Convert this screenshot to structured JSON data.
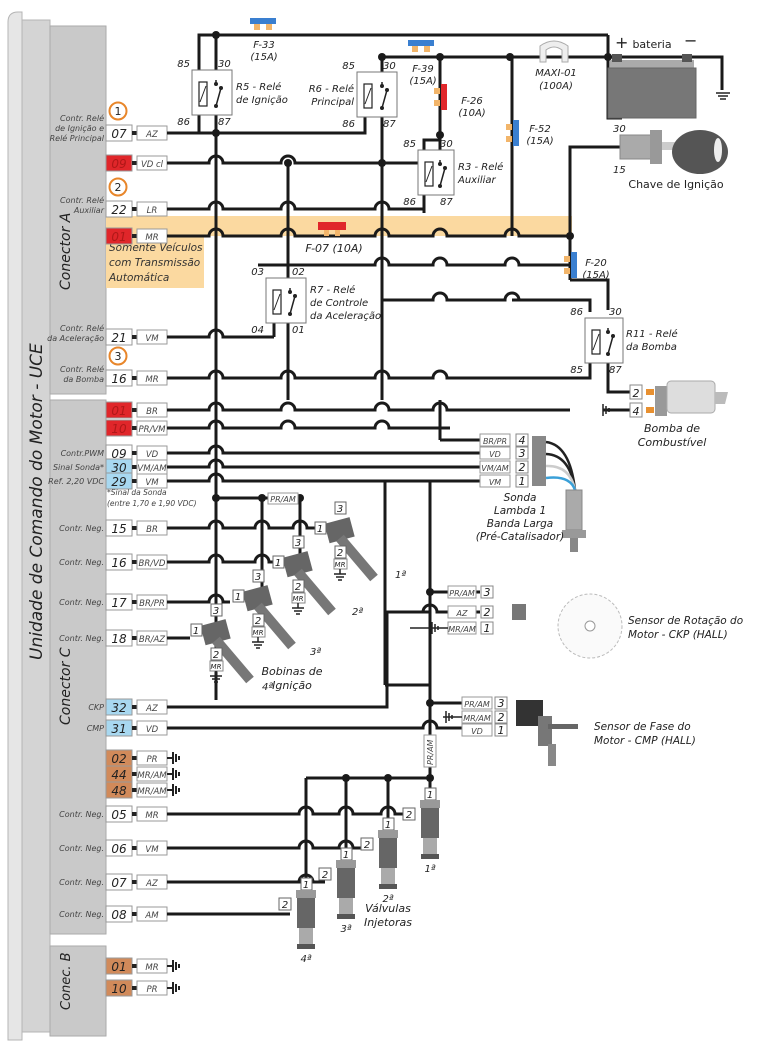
{
  "ecu": {
    "title": "Unidade de Comando do Motor - UCE",
    "connector_a": "Conector A",
    "connector_c": "Conector C",
    "connector_b": "Conec. B"
  },
  "colors": {
    "wire": "#1a1a1a",
    "pin_red": "#e0262a",
    "pin_blue": "#a8d8f0",
    "pin_orange": "#d18a5a",
    "highlight": "#fbd9a0",
    "ecu_panel": "#c9c9c9",
    "fuse_blue": "#3a7fd0",
    "fuse_red": "#e0262a",
    "fuse_terminal": "#f2b56a",
    "callout": "#e8862a"
  },
  "pins_a": [
    {
      "callout": "1",
      "label": "Contr. Relé de Ignição e Relé Principal",
      "pin": "07",
      "wire": "AZ",
      "type": "white"
    },
    {
      "callout": "",
      "label": "",
      "pin": "09",
      "wire": "VD cl",
      "type": "red"
    },
    {
      "callout": "2",
      "label": "Contr. Relé Auxiliar",
      "pin": "22",
      "wire": "LR",
      "type": "white"
    },
    {
      "callout": "",
      "label": "",
      "pin": "01",
      "wire": "MR",
      "type": "red"
    },
    {
      "callout": "",
      "label": "Contr. Relé da Aceleração",
      "pin": "21",
      "wire": "VM",
      "type": "white"
    },
    {
      "callout": "3",
      "label": "Contr. Relé da Bomba",
      "pin": "16",
      "wire": "MR",
      "type": "white"
    }
  ],
  "auto_note": "Somente Veículos com Transmissão Automática",
  "pins_c": [
    {
      "label": "",
      "pin": "01",
      "wire": "BR",
      "type": "red"
    },
    {
      "label": "",
      "pin": "10",
      "wire": "PR/VM",
      "type": "red"
    },
    {
      "label": "Contr.PWM",
      "pin": "09",
      "wire": "VD",
      "type": "white"
    },
    {
      "label": "Sinal Sonda*",
      "pin": "30",
      "wire": "VM/AM",
      "type": "blue"
    },
    {
      "label": "Ref. 2,20 VDC",
      "pin": "29",
      "wire": "VM",
      "type": "blue"
    },
    {
      "label": "Contr. Neg.",
      "pin": "15",
      "wire": "BR",
      "type": "white"
    },
    {
      "label": "Contr. Neg.",
      "pin": "16",
      "wire": "BR/VD",
      "type": "white"
    },
    {
      "label": "Contr. Neg.",
      "pin": "17",
      "wire": "BR/PR",
      "type": "white"
    },
    {
      "label": "Contr. Neg.",
      "pin": "18",
      "wire": "BR/AZ",
      "type": "white"
    },
    {
      "label": "CKP",
      "pin": "32",
      "wire": "AZ",
      "type": "blue"
    },
    {
      "label": "CMP",
      "pin": "31",
      "wire": "VD",
      "type": "blue"
    },
    {
      "label": "",
      "pin": "02",
      "wire": "PR",
      "type": "orange"
    },
    {
      "label": "",
      "pin": "44",
      "wire": "MR/AM",
      "type": "orange"
    },
    {
      "label": "",
      "pin": "48",
      "wire": "MR/AM",
      "type": "orange"
    },
    {
      "label": "Contr. Neg.",
      "pin": "05",
      "wire": "MR",
      "type": "white"
    },
    {
      "label": "Contr. Neg.",
      "pin": "06",
      "wire": "VM",
      "type": "white"
    },
    {
      "label": "Contr. Neg.",
      "pin": "07",
      "wire": "AZ",
      "type": "white"
    },
    {
      "label": "Contr. Neg.",
      "pin": "08",
      "wire": "AM",
      "type": "white"
    }
  ],
  "sonda_note": "*Sinal da Sonda (entre 1,70 e 1,90 VDC)",
  "pins_b": [
    {
      "pin": "01",
      "wire": "MR",
      "type": "orange"
    },
    {
      "pin": "10",
      "wire": "PR",
      "type": "orange"
    }
  ],
  "fuses": [
    {
      "id": "F-33",
      "rating": "(15A)"
    },
    {
      "id": "F-39",
      "rating": "(15A)"
    },
    {
      "id": "F-26",
      "rating": "(10A)"
    },
    {
      "id": "F-52",
      "rating": "(15A)"
    },
    {
      "id": "F-07",
      "rating": "(10A)"
    },
    {
      "id": "F-20",
      "rating": "(15A)"
    },
    {
      "id": "MAXI-01",
      "rating": "(100A)"
    }
  ],
  "relays": [
    {
      "name": "R5 - Relé de Ignição",
      "pins": [
        "85",
        "30",
        "86",
        "87"
      ]
    },
    {
      "name": "R6 - Relé Principal",
      "pins": [
        "85",
        "30",
        "86",
        "87"
      ]
    },
    {
      "name": "R3 - Relé Auxiliar",
      "pins": [
        "85",
        "30",
        "86",
        "87"
      ]
    },
    {
      "name": "R7 - Relé de Controle da Aceleração",
      "pins": [
        "03",
        "02",
        "04",
        "01"
      ]
    },
    {
      "name": "R11 - Relé da Bomba",
      "pins": [
        "86",
        "30",
        "85",
        "87"
      ]
    }
  ],
  "battery": {
    "label": "bateria",
    "plus": "+",
    "minus": "−"
  },
  "ignition": {
    "label": "Chave de Ignição",
    "t30": "30",
    "t15": "15"
  },
  "pump": {
    "label1": "Bomba de",
    "label2": "Combustível",
    "pins": [
      {
        "pin": "2"
      },
      {
        "pin": "4"
      }
    ]
  },
  "lambda": {
    "lines": [
      "Sonda",
      "Lambda 1",
      "Banda Larga",
      "(Pré-Catalisador)"
    ],
    "pins": [
      {
        "wire": "BR/PR",
        "pin": "4"
      },
      {
        "wire": "VD",
        "pin": "3"
      },
      {
        "wire": "VM/AM",
        "pin": "2"
      },
      {
        "wire": "VM",
        "pin": "1"
      }
    ]
  },
  "coils": {
    "label1": "Bobinas de",
    "label2": "Ignição",
    "supply_wire": "PR/AM",
    "ground_wire": "MR",
    "items": [
      "1ª",
      "2ª",
      "3ª",
      "4ª"
    ],
    "pin_labels": [
      "1",
      "2",
      "3"
    ]
  },
  "ckp": {
    "label1": "Sensor de Rotação do",
    "label2": "Motor - CKP (HALL)",
    "pins": [
      {
        "wire": "PR/AM",
        "pin": "3"
      },
      {
        "wire": "AZ",
        "pin": "2"
      },
      {
        "wire": "MR/AM",
        "pin": "1"
      }
    ]
  },
  "cmp": {
    "label1": "Sensor de Fase do",
    "label2": "Motor - CMP (HALL)",
    "pins": [
      {
        "wire": "PR/AM",
        "pin": "3"
      },
      {
        "wire": "MR/AM",
        "pin": "2"
      },
      {
        "wire": "VD",
        "pin": "1"
      }
    ]
  },
  "injectors": {
    "label1": "Válvulas",
    "label2": "Injetoras",
    "supply_wire": "PR/AM",
    "items": [
      "1ª",
      "2ª",
      "3ª",
      "4ª"
    ],
    "pin_labels": [
      "1",
      "2"
    ]
  }
}
